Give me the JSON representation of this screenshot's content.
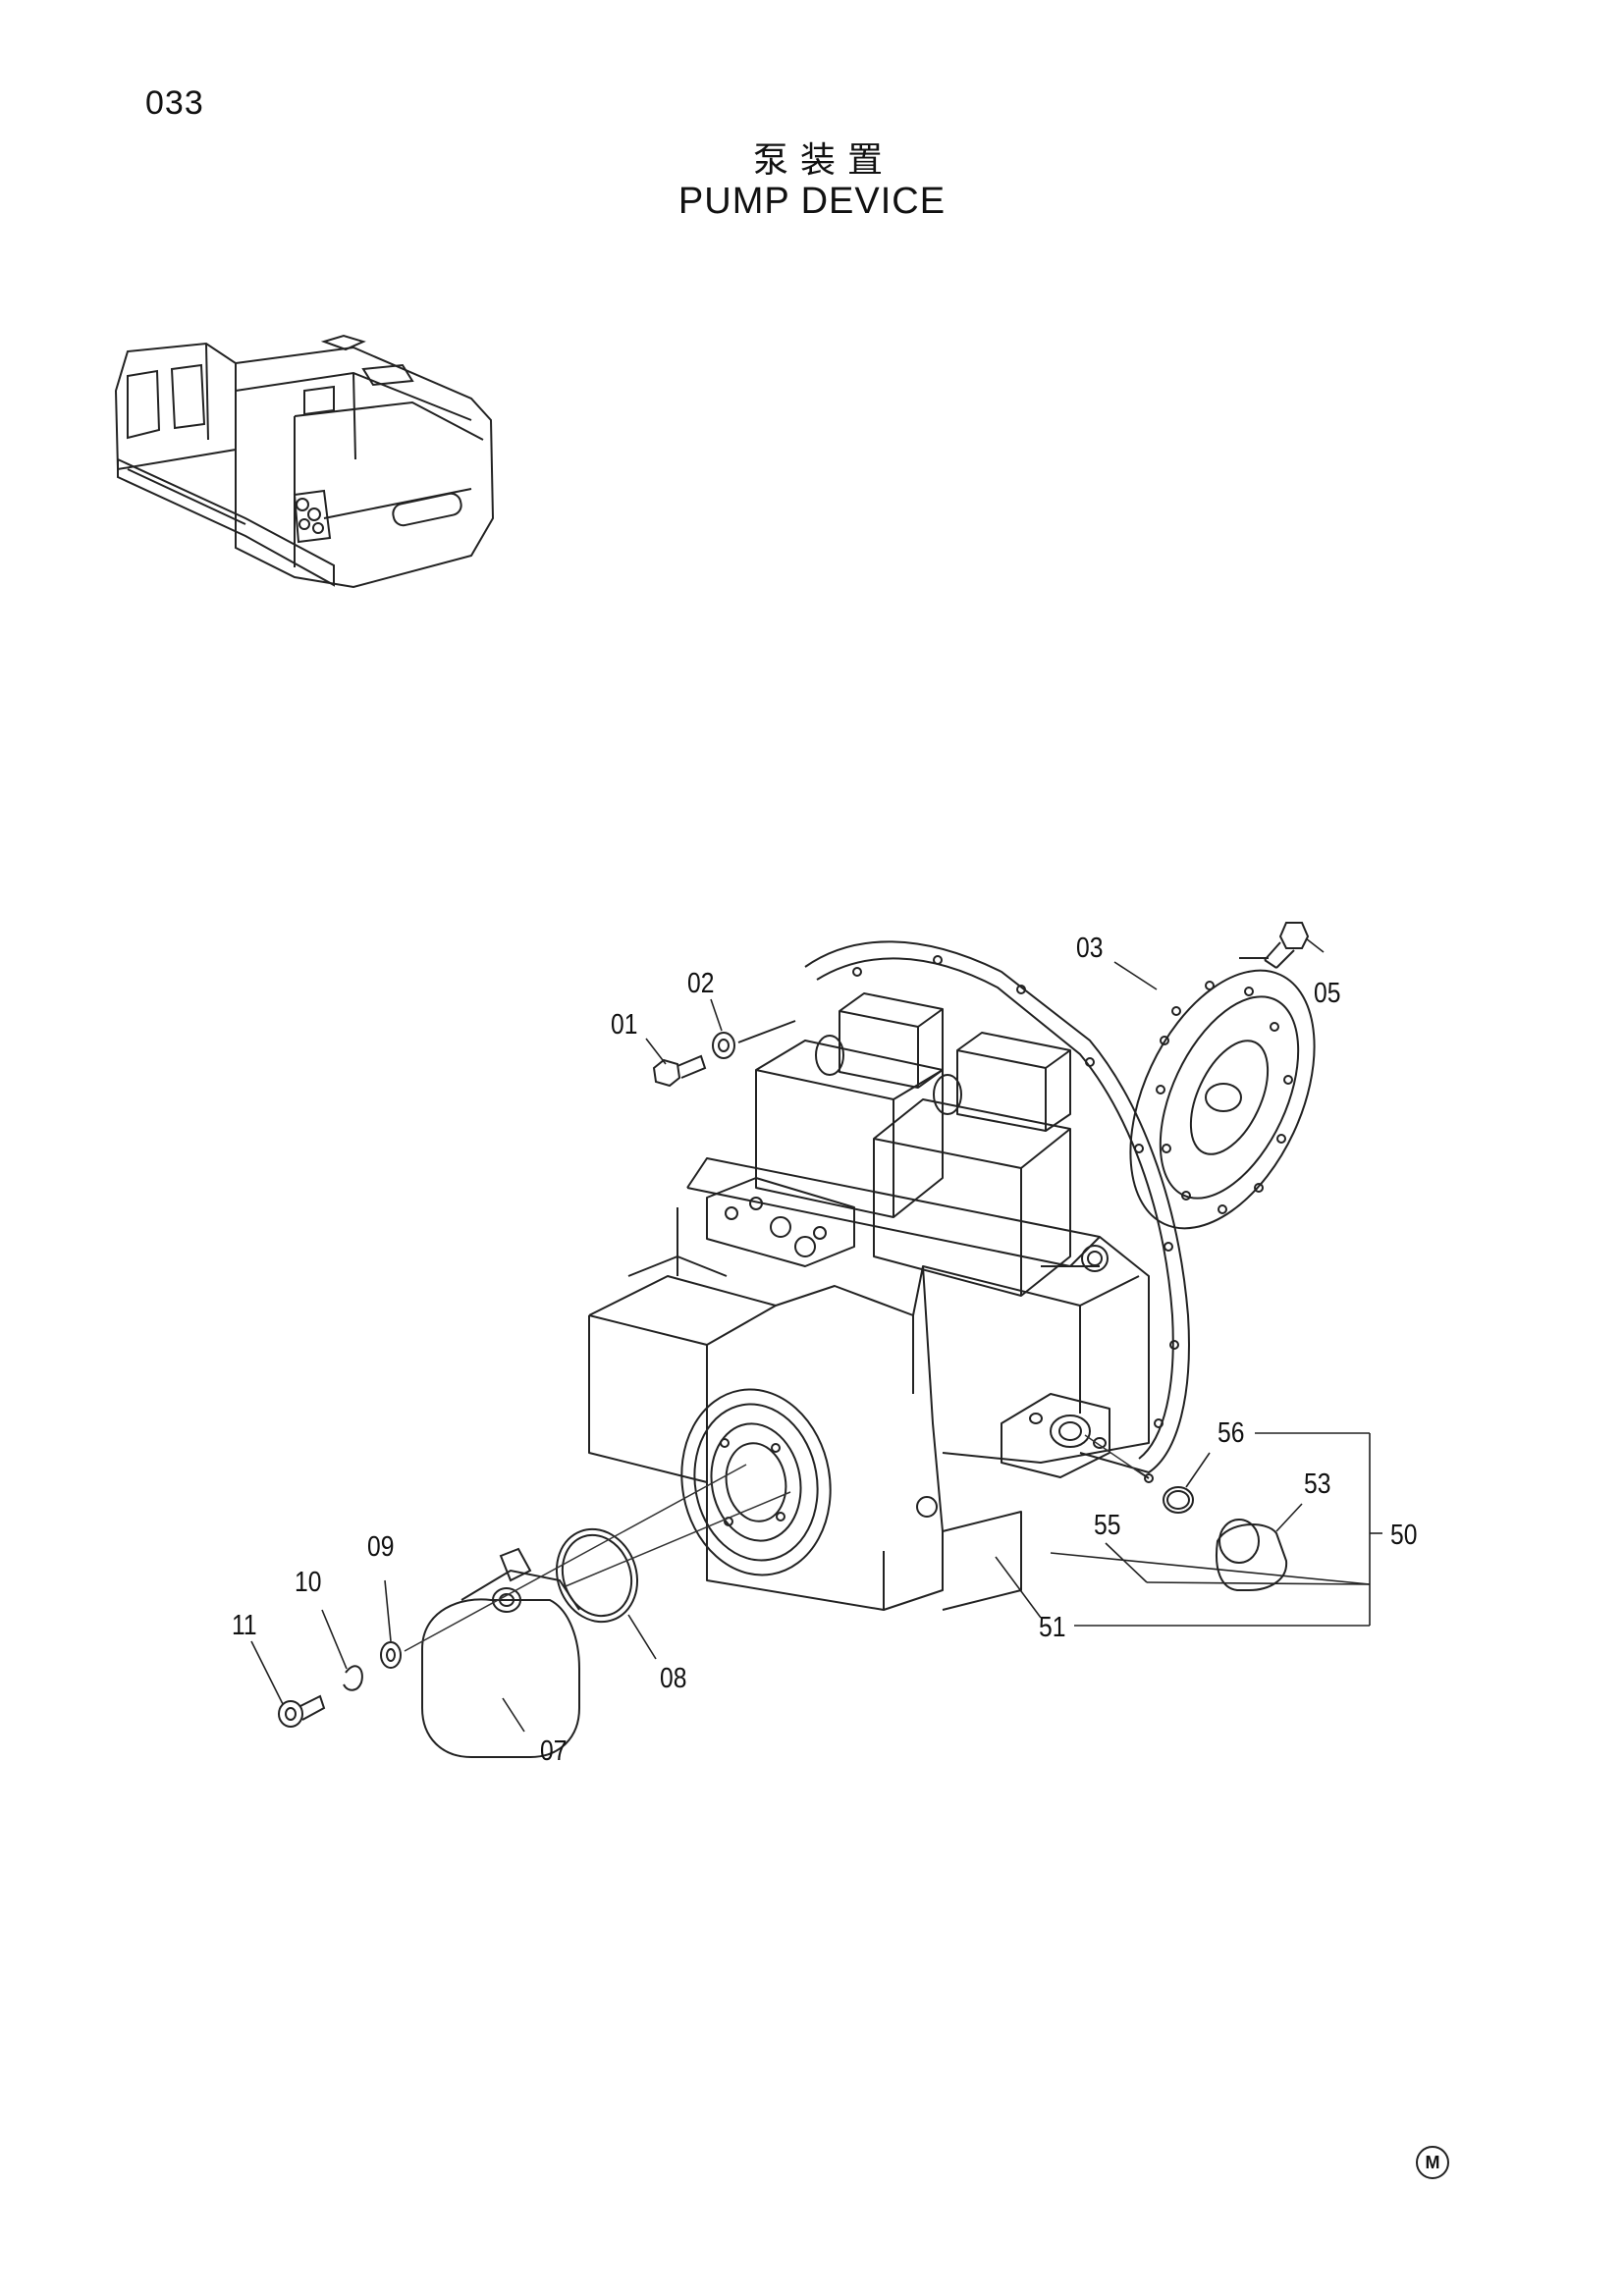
{
  "page": {
    "number": "033",
    "title_cn": "泵装置",
    "title_en": "PUMP DEVICE",
    "corner_mark": "M"
  },
  "callouts": {
    "p01": "01",
    "p02": "02",
    "p03": "03",
    "p05": "05",
    "p07": "07",
    "p08": "08",
    "p09": "09",
    "p10": "10",
    "p11": "11",
    "p50": "50",
    "p51": "51",
    "p53": "53",
    "p55": "55",
    "p56": "56"
  }
}
